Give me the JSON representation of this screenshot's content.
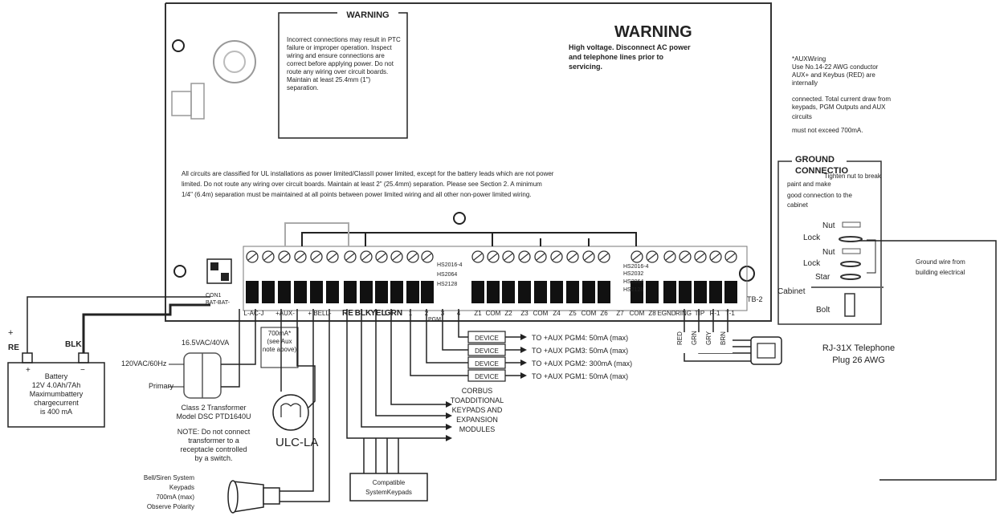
{
  "warning_box": {
    "title": "WARNING",
    "lines": [
      "Incorrect connections may result in PTC",
      "failure or improper operation. Inspect",
      "wiring and ensure connections are",
      "correct before applying power. Do not",
      "route any wiring over circuit boards.",
      "Maintain at least 25.4mm (1\")",
      "separation."
    ]
  },
  "warning_hv": {
    "title": "WARNING",
    "lines": [
      "High voltage. Disconnect AC power",
      "and telephone lines prior to",
      "servicing."
    ]
  },
  "aux_note": {
    "lines": [
      "*AUXWiring",
      "Use No.14-22 AWG conductor",
      "AUX+ and Keybus (RED) are",
      "internally",
      "connected. Total current draw from",
      "keypads, PGM Outputs and AUX",
      "circuits",
      "must not exceed 700mA."
    ]
  },
  "circuit_note": {
    "lines": [
      "All circuits are classified for UL installations as power limited/ClassII power limited, except for the battery leads which are not power",
      "limited. Do not route any wiring over circuit boards. Maintain at least 2\" (25.4mm) separation. Please see Section 2. A minimum",
      "1/4\" (6.4m) separation must be maintained at all points between power limited wiring and all other non-power limited wiring."
    ]
  },
  "ground": {
    "title_line1": "GROUND",
    "title_line2": "CONNECTIO",
    "note": [
      "Tighten nut to break",
      "paint and make",
      "good connection to the",
      "cabinet"
    ],
    "parts": [
      "Nut",
      "Lock",
      "Nut",
      "Lock",
      "Star",
      "Cabinet",
      "Bolt"
    ],
    "wire_label": [
      "Ground wire from",
      "building electrical"
    ]
  },
  "terminals": {
    "bottom_labels": [
      "L-AC-J",
      "+AUX-",
      "+ BELL-",
      "RE",
      "BLK",
      "YEL",
      "GRN",
      "1",
      "2",
      "3",
      "4",
      "Z1",
      "COM",
      "Z2",
      "Z3",
      "COM",
      "Z4",
      "Z5",
      "COM",
      "Z6",
      "Z7",
      "COM",
      "Z8",
      "EGND",
      "RING",
      "TIP",
      "R-1",
      "T-1",
      "PGM",
      "TB-2"
    ],
    "hs_block_1": [
      "HS2016-4",
      "HS2064",
      "HS2128"
    ],
    "hs_block_2": [
      "HS2016-4",
      "HS2032",
      "HS2064",
      "HS2128"
    ],
    "con_label": [
      "CON1",
      "BAT-BAT-"
    ]
  },
  "battery": {
    "re_label": "RE",
    "blk_label": "BLK",
    "plus": "+",
    "plus_terminal": "+",
    "minus_terminal": "−",
    "lines": [
      "Battery",
      "12V 4.0Ah/7Ah",
      "Maximumbattery",
      "chargecurrent",
      "is 400 mA"
    ]
  },
  "transformer": {
    "rating": "16.5VAC/40VA",
    "input": "120VAC/60Hz",
    "primary": "Primary",
    "class_lines": [
      "Class 2 Transformer",
      "Model DSC PTD1640U"
    ],
    "note": [
      "NOTE: Do not connect",
      "transformer to a",
      "receptacle controlled",
      "by a switch."
    ]
  },
  "aux_load": {
    "lines": [
      "700mA*",
      "(see Aux",
      "note above)"
    ],
    "ulc_label": "ULC-LA"
  },
  "bell": {
    "lines": [
      "Bell/Siren System",
      "Keypads",
      "700mA (max)",
      "Observe Polarity"
    ]
  },
  "corbus": {
    "lines": [
      "CORBUS",
      "TOADDITIONAL",
      "KEYPADS AND",
      "EXPANSION",
      "MODULES"
    ]
  },
  "keypads": {
    "lines": [
      "Compatible",
      "SystemKeypads"
    ]
  },
  "devices": [
    {
      "label": "DEVICE",
      "text": "TO +AUX PGM4: 50mA (max)"
    },
    {
      "label": "DEVICE",
      "text": "TO +AUX PGM3: 50mA (max)"
    },
    {
      "label": "DEVICE",
      "text": "TO +AUX PGM2: 300mA (max)"
    },
    {
      "label": "DEVICE",
      "text": "TO +AUX PGM1: 50mA (max)"
    }
  ],
  "telephone": {
    "wire_labels": [
      "RED",
      "GRN",
      "GRY",
      "BRN"
    ],
    "lines": [
      "RJ-31X Telephone",
      "Plug 26 AWG"
    ]
  }
}
